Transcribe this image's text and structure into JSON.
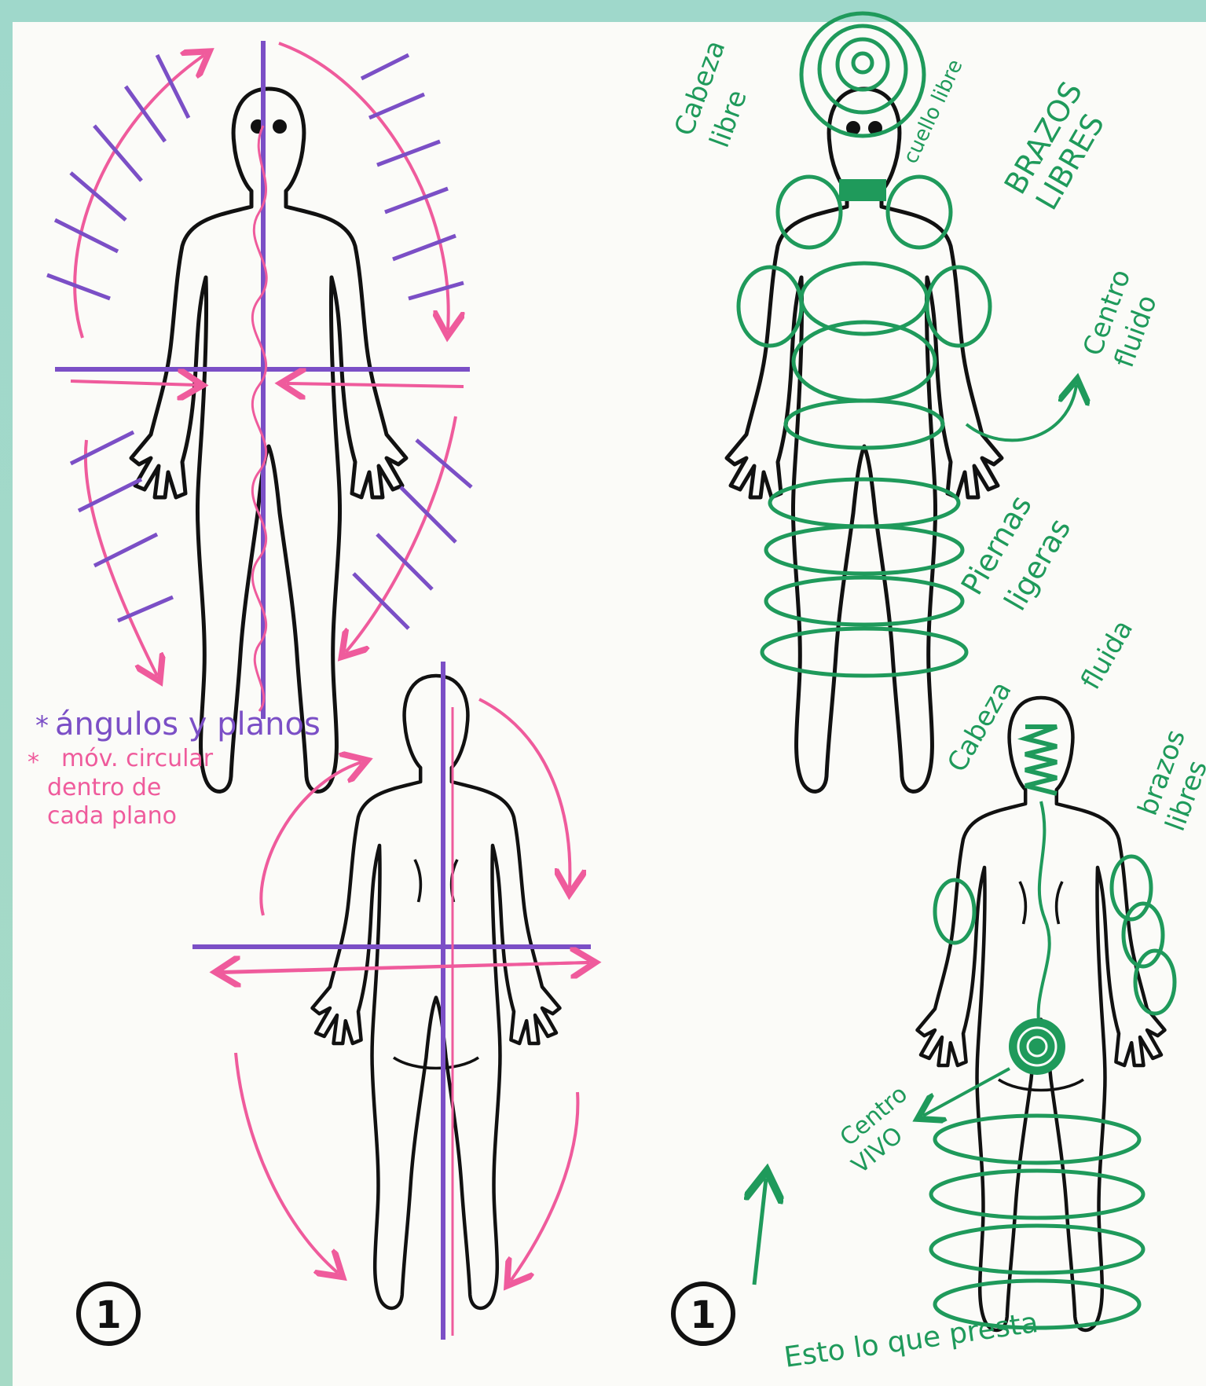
{
  "colors": {
    "frame": "#a3d8c9",
    "paper": "#fbfbf8",
    "ink_black": "#111111",
    "ink_purple": "#7b4fc6",
    "ink_pink": "#ef5b9c",
    "ink_green": "#1f9a5b"
  },
  "left_panel": {
    "legend_line1": "ángulos y planos",
    "legend_line2": "móv. circular",
    "legend_line3": "dentro de",
    "legend_line4": "cada plano",
    "number_badge": "1"
  },
  "right_panel": {
    "label_cabeza_libre_line1": "Cabeza",
    "label_cabeza_libre_line2": "libre",
    "label_cuello_libre": "cuello libre",
    "label_brazos_libres_line1": "BRAZOS",
    "label_brazos_libres_line2": "LIBRES",
    "label_centro_fluido_line1": "Centro",
    "label_centro_fluido_line2": "fluido",
    "label_piernas_ligeras_line1": "Piernas",
    "label_piernas_ligeras_line2": "ligeras",
    "label_cabeza_fluida_line1": "Cabeza",
    "label_cabeza_fluida_line2": "fluida",
    "label_brazos_libres_back_line1": "brazos",
    "label_brazos_libres_back_line2": "libres",
    "label_centro_vivo_line1": "Centro",
    "label_centro_vivo_line2": "VIVO",
    "label_bottom_note": "Esto lo que presta",
    "number_badge": "1"
  }
}
